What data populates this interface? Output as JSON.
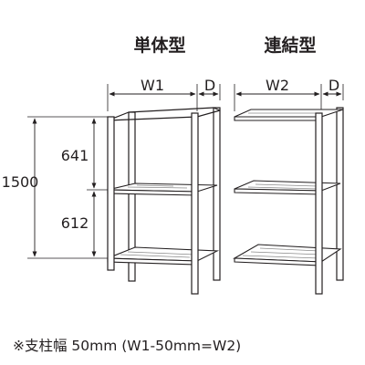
{
  "titles": {
    "single": "単体型",
    "connected": "連結型"
  },
  "dimensions": {
    "w1": "W1",
    "w2": "W2",
    "d": "D",
    "height_total": "1500",
    "upper_gap": "641",
    "lower_gap": "612"
  },
  "note": "※支柱幅 50mm (W1-50mm=W2)",
  "colors": {
    "line": "#231f20",
    "fill": "#ffffff"
  }
}
